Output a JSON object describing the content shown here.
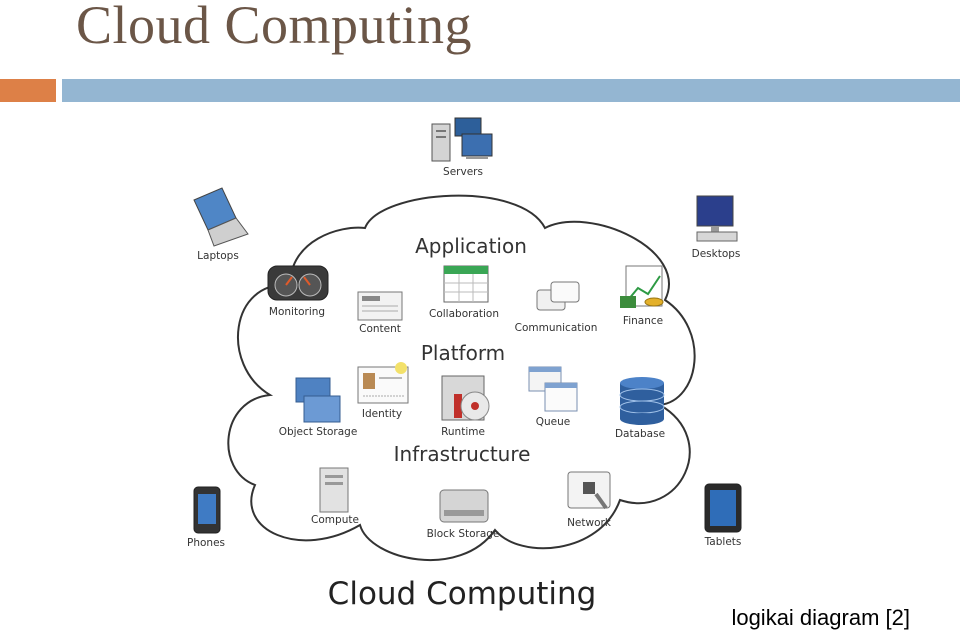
{
  "slide": {
    "title": "Cloud Computing",
    "caption": "logikai diagram [2]",
    "colors": {
      "title": "#6b5647",
      "accent_orange": "#dd8047",
      "accent_blue": "#94b6d2"
    }
  },
  "diagram": {
    "title": "Cloud Computing",
    "layers": {
      "application": "Application",
      "platform": "Platform",
      "infrastructure": "Infrastructure"
    },
    "devices": {
      "servers": "Servers",
      "laptops": "Laptops",
      "desktops": "Desktops",
      "phones": "Phones",
      "tablets": "Tablets"
    },
    "application": {
      "monitoring": "Monitoring",
      "content": "Content",
      "collaboration": "Collaboration",
      "communication": "Communication",
      "finance": "Finance"
    },
    "platform": {
      "object_storage": "Object Storage",
      "identity": "Identity",
      "runtime": "Runtime",
      "queue": "Queue",
      "database": "Database"
    },
    "infrastructure": {
      "compute": "Compute",
      "block_storage": "Block Storage",
      "network": "Network"
    }
  }
}
